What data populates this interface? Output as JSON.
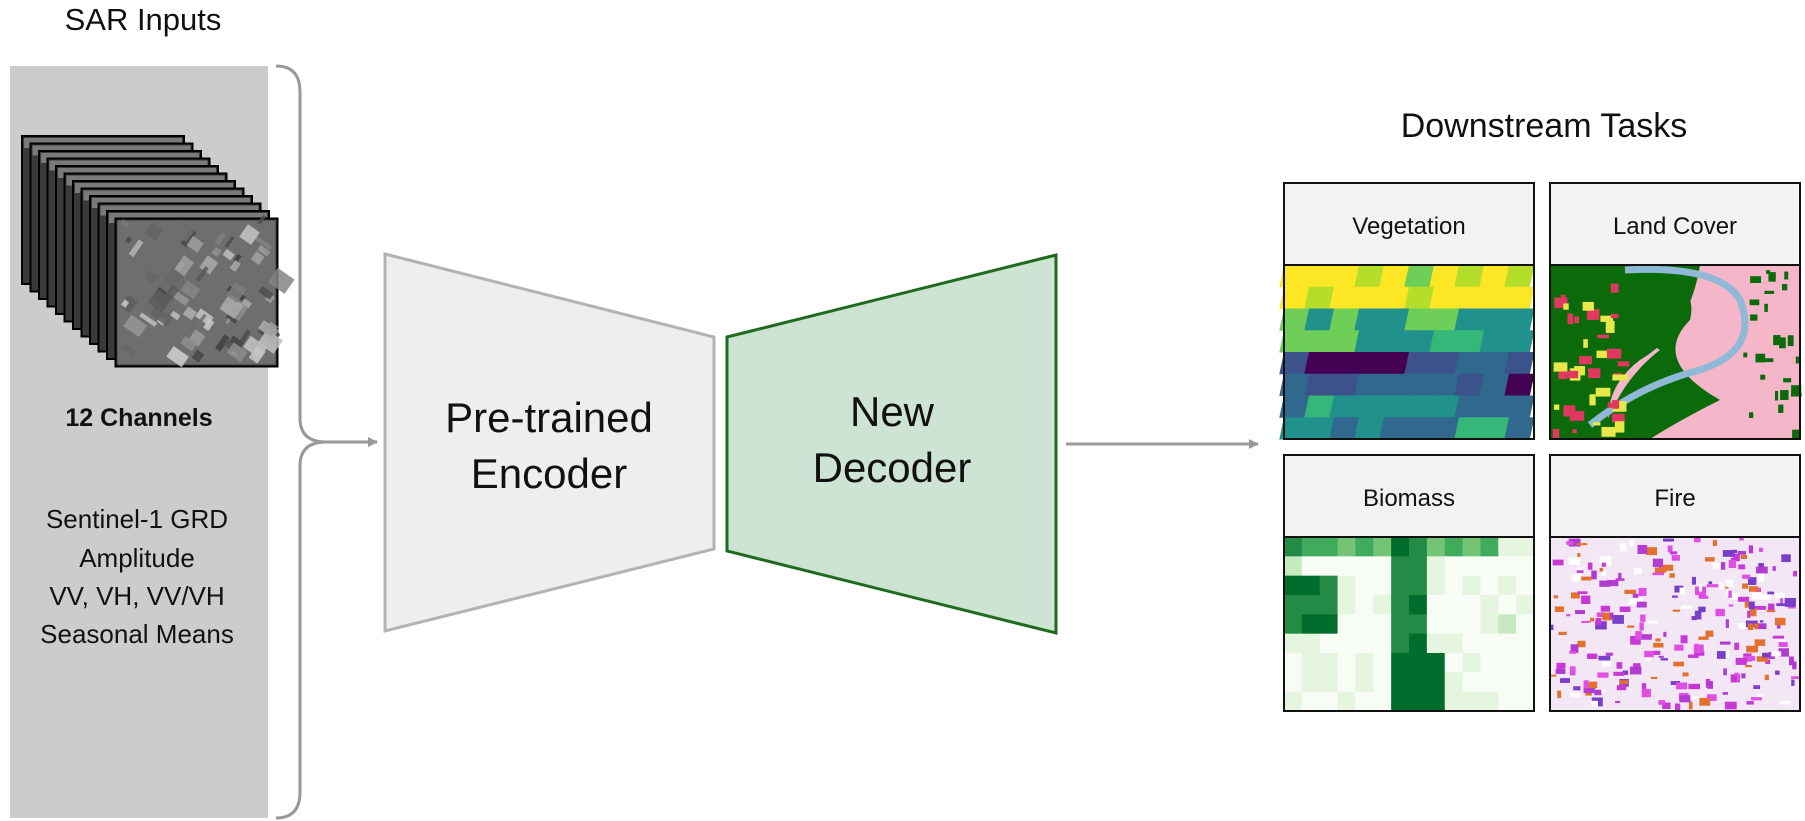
{
  "title": "SAR Inputs",
  "inputs": {
    "channels_label": "12 Channels",
    "description": [
      "Sentinel-1 GRD",
      "Amplitude",
      "VV, VH, VV/VH",
      "Seasonal Means"
    ]
  },
  "encoder": {
    "line1": "Pre-trained",
    "line2": "Encoder"
  },
  "decoder": {
    "line1": "New",
    "line2": "Decoder"
  },
  "downstream": {
    "title": "Downstream Tasks",
    "tasks": [
      {
        "label": "Vegetation",
        "image": "vegetation-map"
      },
      {
        "label": "Land Cover",
        "image": "land-cover-map"
      },
      {
        "label": "Biomass",
        "image": "biomass-map"
      },
      {
        "label": "Fire",
        "image": "fire-map"
      }
    ]
  },
  "colors": {
    "input_panel": "#cccccc",
    "encoder_fill": "#eeeeee",
    "encoder_stroke": "#b3b3b3",
    "decoder_fill": "#cde3d3",
    "decoder_stroke": "#1e6b1e",
    "arrow": "#999999",
    "header_fill": "#f2f2f2"
  }
}
